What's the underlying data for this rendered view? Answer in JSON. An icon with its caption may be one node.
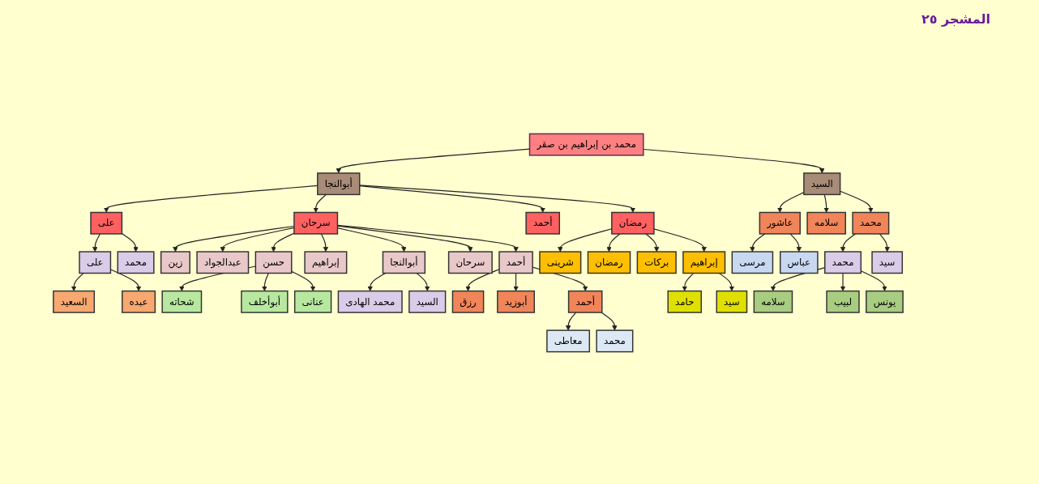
{
  "diagram": {
    "title": "المشجر ٢٥",
    "nodes": [
      {
        "text": [
          "محمد بن إبراهيم بن صقر"
        ]
      },
      {
        "text": [
          "أبوالنجا"
        ]
      },
      {
        "text": [
          "السيد"
        ]
      },
      {
        "text": [
          "على"
        ]
      },
      {
        "text": [
          "سرحان"
        ]
      },
      {
        "text": [
          "أحمد"
        ]
      },
      {
        "text": [
          "رمضان"
        ]
      },
      {
        "text": [
          "عاشور"
        ]
      },
      {
        "text": [
          "سلامه"
        ]
      },
      {
        "text": [
          "محمد"
        ]
      },
      {
        "text": [
          "على"
        ]
      },
      {
        "text": [
          "محمد"
        ]
      },
      {
        "text": [
          "السعيد"
        ]
      },
      {
        "text": [
          "عبده"
        ]
      },
      {
        "text": [
          "شرينى"
        ]
      },
      {
        "text": [
          "رمضان"
        ]
      },
      {
        "text": [
          "بركات"
        ]
      },
      {
        "text": [
          "إبراهيم"
        ]
      },
      {
        "text": [
          "حامد"
        ]
      },
      {
        "text": [
          "سيد"
        ]
      },
      {
        "text": [
          "مرسى"
        ]
      },
      {
        "text": [
          "عباس"
        ]
      },
      {
        "text": [
          "محمد"
        ]
      },
      {
        "text": [
          "سيد"
        ]
      },
      {
        "text": [
          "سلامه"
        ]
      },
      {
        "text": [
          "لبيب"
        ]
      },
      {
        "text": [
          "يونس"
        ]
      },
      {
        "text": [
          "زين"
        ]
      },
      {
        "text": [
          "عبدالجواد"
        ]
      },
      {
        "text": [
          "حسن"
        ]
      },
      {
        "text": [
          "إبراهيم"
        ]
      },
      {
        "text": [
          "أبوالنجا"
        ]
      },
      {
        "text": [
          "سرحان"
        ]
      },
      {
        "text": [
          "أحمد"
        ]
      },
      {
        "text": [
          "شحاته"
        ]
      },
      {
        "text": [
          "أبوأخلف"
        ]
      },
      {
        "text": [
          "عنانى"
        ]
      },
      {
        "text": [
          "محمد الهادى"
        ]
      },
      {
        "text": [
          "السيد"
        ]
      },
      {
        "text": [
          "رزق"
        ]
      },
      {
        "text": [
          "أبوزيد"
        ]
      },
      {
        "text": [
          "أحمد"
        ]
      },
      {
        "text": [
          "معاطى"
        ]
      },
      {
        "text": [
          "محمد"
        ]
      }
    ],
    "edges": [
      {
        "from": 0,
        "to": 1,
        "arrow": "to"
      },
      {
        "from": 0,
        "to": 2,
        "arrow": "to"
      },
      {
        "from": 1,
        "to": 3,
        "arrow": "to"
      },
      {
        "from": 1,
        "to": 4,
        "arrow": "to"
      },
      {
        "from": 1,
        "to": 5,
        "arrow": "to"
      },
      {
        "from": 1,
        "to": 6,
        "arrow": "to"
      },
      {
        "from": 2,
        "to": 7,
        "arrow": "to"
      },
      {
        "from": 2,
        "to": 8,
        "arrow": "to"
      },
      {
        "from": 2,
        "to": 9,
        "arrow": "to"
      },
      {
        "from": 3,
        "to": 10,
        "arrow": "to"
      },
      {
        "from": 3,
        "to": 11,
        "arrow": "to"
      },
      {
        "from": 10,
        "to": 12,
        "arrow": "to"
      },
      {
        "from": 10,
        "to": 13,
        "arrow": "to"
      },
      {
        "from": 6,
        "to": 14,
        "arrow": "to"
      },
      {
        "from": 6,
        "to": 15,
        "arrow": "to"
      },
      {
        "from": 6,
        "to": 16,
        "arrow": "to"
      },
      {
        "from": 6,
        "to": 17,
        "arrow": "to"
      },
      {
        "from": 17,
        "to": 18,
        "arrow": "to"
      },
      {
        "from": 17,
        "to": 19,
        "arrow": "to"
      },
      {
        "from": 7,
        "to": 20,
        "arrow": "to"
      },
      {
        "from": 7,
        "to": 21,
        "arrow": "to"
      },
      {
        "from": 9,
        "to": 22,
        "arrow": "to"
      },
      {
        "from": 9,
        "to": 23,
        "arrow": "to"
      },
      {
        "from": 22,
        "to": 24,
        "arrow": "to"
      },
      {
        "from": 22,
        "to": 25,
        "arrow": "to"
      },
      {
        "from": 22,
        "to": 26,
        "arrow": "to"
      },
      {
        "from": 4,
        "to": 27,
        "arrow": "to"
      },
      {
        "from": 4,
        "to": 28,
        "arrow": "to"
      },
      {
        "from": 4,
        "to": 29,
        "arrow": "to"
      },
      {
        "from": 4,
        "to": 30,
        "arrow": "to"
      },
      {
        "from": 4,
        "to": 31,
        "arrow": "to"
      },
      {
        "from": 4,
        "to": 32,
        "arrow": "to"
      },
      {
        "from": 4,
        "to": 33,
        "arrow": "to"
      },
      {
        "from": 29,
        "to": 34,
        "arrow": "to"
      },
      {
        "from": 29,
        "to": 35,
        "arrow": "to"
      },
      {
        "from": 29,
        "to": 36,
        "arrow": "to"
      },
      {
        "from": 31,
        "to": 37,
        "arrow": "to"
      },
      {
        "from": 31,
        "to": 38,
        "arrow": "to"
      },
      {
        "from": 33,
        "to": 39,
        "arrow": "to"
      },
      {
        "from": 33,
        "to": 40,
        "arrow": "to"
      },
      {
        "from": 33,
        "to": 41,
        "arrow": "to"
      },
      {
        "from": 41,
        "to": 42,
        "arrow": "to"
      },
      {
        "from": 41,
        "to": 43,
        "arrow": "to"
      }
    ]
  }
}
